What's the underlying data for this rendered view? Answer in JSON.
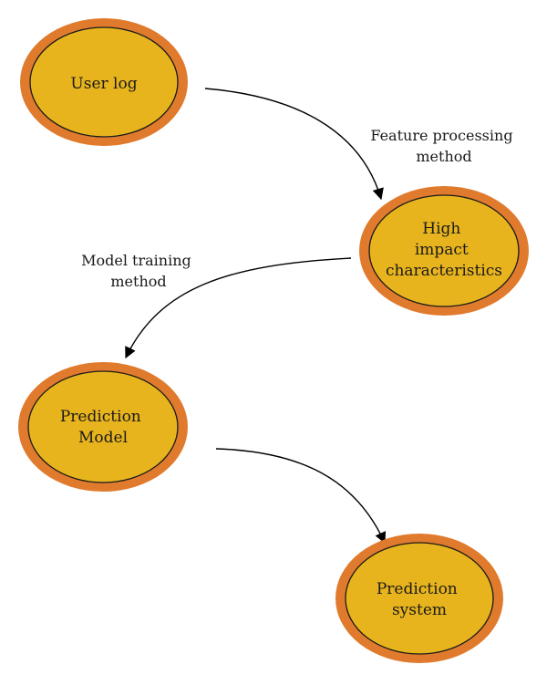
{
  "colors": {
    "node_outer": "#E07B2E",
    "node_inner": "#E8B41E",
    "node_stroke": "#1a1a1a",
    "edge": "#000000"
  },
  "nodes": {
    "user_log": {
      "lines": [
        "User log"
      ]
    },
    "high_impact": {
      "lines": [
        "High",
        "impact",
        "characteristics"
      ]
    },
    "prediction_model": {
      "lines": [
        "Prediction",
        "Model"
      ]
    },
    "prediction_system": {
      "lines": [
        "Prediction",
        "system"
      ]
    }
  },
  "edges": {
    "feature_processing": {
      "lines": [
        "Feature processing",
        "method"
      ]
    },
    "model_training": {
      "lines": [
        "Model training",
        "method"
      ]
    }
  }
}
